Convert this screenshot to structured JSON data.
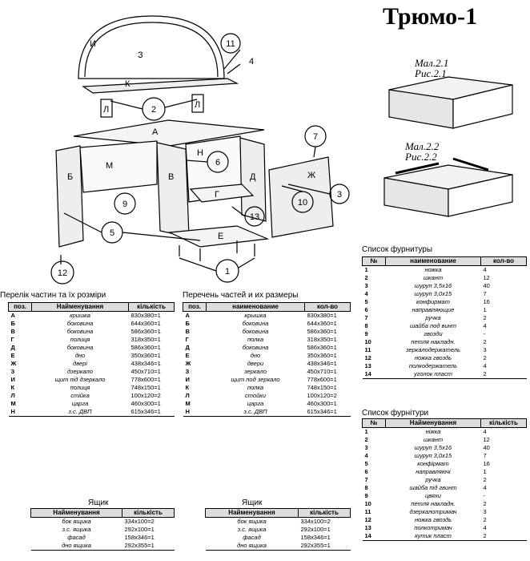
{
  "title": "Трюмо-1",
  "figure_captions": {
    "fig1_ua": "Мал.2.1",
    "fig1_ru": "Рис.2.1",
    "fig2_ua": "Мал.2.2",
    "fig2_ru": "Рис.2.2"
  },
  "drawing_labels": {
    "letters": [
      "И",
      "З",
      "К",
      "Л",
      "Л",
      "А",
      "Б",
      "М",
      "В",
      "Н",
      "Д",
      "Ж",
      "Г",
      "Е"
    ],
    "numbers": [
      "11",
      "4",
      "2",
      "7",
      "6",
      "3",
      "10",
      "9",
      "13",
      "5",
      "12",
      "1"
    ]
  },
  "parts_ua": {
    "title": "Перелік частин та їх розміри",
    "headers": [
      "поз.",
      "Найменування",
      "кількість"
    ],
    "rows": [
      [
        "А",
        "кришка",
        "830x380=1"
      ],
      [
        "Б",
        "боковина",
        "644x360=1"
      ],
      [
        "В",
        "боковина",
        "586x360=1"
      ],
      [
        "Г",
        "полиця",
        "318x350=1"
      ],
      [
        "Д",
        "боковина",
        "586x360=1"
      ],
      [
        "Е",
        "дно",
        "350x360=1"
      ],
      [
        "Ж",
        "двері",
        "438x346=1"
      ],
      [
        "З",
        "дзеркало",
        "450x710=1"
      ],
      [
        "И",
        "щит під дзеркало",
        "778x600=1"
      ],
      [
        "К",
        "полиця",
        "748x150=1"
      ],
      [
        "Л",
        "стійка",
        "100x120=2"
      ],
      [
        "М",
        "царга",
        "460x300=1"
      ],
      [
        "Н",
        "з.с. ДВП",
        "615x346=1"
      ]
    ]
  },
  "parts_ru": {
    "title": "Перечень частей и их размеры",
    "headers": [
      "поз.",
      "наименование",
      "кол-во"
    ],
    "rows": [
      [
        "А",
        "крышка",
        "830x380=1"
      ],
      [
        "Б",
        "боковина",
        "644x360=1"
      ],
      [
        "В",
        "боковина",
        "586x360=1"
      ],
      [
        "Г",
        "полка",
        "318x350=1"
      ],
      [
        "Д",
        "боковина",
        "586x360=1"
      ],
      [
        "Е",
        "дно",
        "350x360=1"
      ],
      [
        "Ж",
        "двери",
        "438x346=1"
      ],
      [
        "З",
        "зеркало",
        "450x710=1"
      ],
      [
        "И",
        "щит под зеркало",
        "778x600=1"
      ],
      [
        "К",
        "полка",
        "748x150=1"
      ],
      [
        "Л",
        "стойки",
        "100x120=2"
      ],
      [
        "М",
        "царга",
        "460x300=1"
      ],
      [
        "Н",
        "з.с. ДВП",
        "615x346=1"
      ]
    ]
  },
  "hardware_ru": {
    "title": "Список фурнитуры",
    "headers": [
      "№",
      "наименование",
      "кол-во"
    ],
    "rows": [
      [
        "1",
        "ножка",
        "4"
      ],
      [
        "2",
        "шкант",
        "12"
      ],
      [
        "3",
        "шуруп 3,5x16",
        "40"
      ],
      [
        "4",
        "шуруп 3,0x15",
        "7"
      ],
      [
        "5",
        "конфирмат",
        "16"
      ],
      [
        "6",
        "направляющие",
        "1"
      ],
      [
        "7",
        "ручка",
        "2"
      ],
      [
        "8",
        "шайба под винт",
        "4"
      ],
      [
        "9",
        "гвозди",
        "-"
      ],
      [
        "10",
        "петля накладн.",
        "2"
      ],
      [
        "11",
        "зеркалодержатель",
        "3"
      ],
      [
        "12",
        "ножка гвоздь",
        "2"
      ],
      [
        "13",
        "полкодержатель",
        "4"
      ],
      [
        "14",
        "уголок пласт",
        "2"
      ]
    ]
  },
  "hardware_ua": {
    "title": "Список фурнітури",
    "headers": [
      "№",
      "Найменування",
      "кількість"
    ],
    "rows": [
      [
        "1",
        "ніжка",
        "4"
      ],
      [
        "2",
        "шкант",
        "12"
      ],
      [
        "3",
        "шуруп 3,5x16",
        "40"
      ],
      [
        "4",
        "шуруп 3,0x15",
        "7"
      ],
      [
        "5",
        "конфірмат",
        "16"
      ],
      [
        "6",
        "направляючі",
        "1"
      ],
      [
        "7",
        "ручка",
        "2"
      ],
      [
        "8",
        "шайба під гвинт",
        "4"
      ],
      [
        "9",
        "цвяхи",
        "-"
      ],
      [
        "10",
        "петля накладн.",
        "2"
      ],
      [
        "11",
        "дзеркалотримач",
        "3"
      ],
      [
        "12",
        "ножка гвоздь",
        "2"
      ],
      [
        "13",
        "полкотримач",
        "4"
      ],
      [
        "14",
        "кутик пласт",
        "2"
      ]
    ]
  },
  "drawer_ua": {
    "title": "Ящик",
    "headers": [
      "Найменування",
      "кількість"
    ],
    "rows": [
      [
        "бок ящика",
        "334x100=2"
      ],
      [
        "з.с. ящика",
        "292x100=1"
      ],
      [
        "фасад",
        "158x346=1"
      ],
      [
        "дно ящика",
        "292x355=1"
      ]
    ]
  },
  "drawer_ru": {
    "title": "Ящик",
    "headers": [
      "Найменування",
      "кількість"
    ],
    "rows": [
      [
        "бок ящика",
        "334x100=2"
      ],
      [
        "з.с. ящика",
        "292x100=1"
      ],
      [
        "фасад",
        "158x346=1"
      ],
      [
        "дно ящика",
        "292x355=1"
      ]
    ]
  }
}
